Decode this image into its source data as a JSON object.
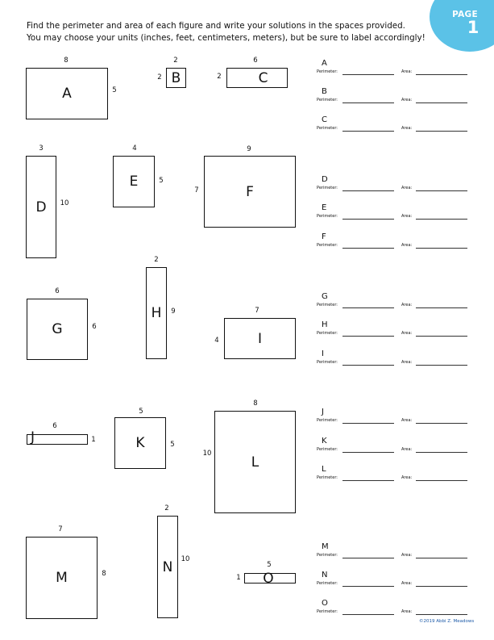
{
  "instructions": {
    "line1": "Find the perimeter and area of each figure and write your solutions in the spaces provided.",
    "line2": "You may choose your units (inches, feet, centimeters, meters), but be sure to label accordingly!"
  },
  "page_badge": {
    "word": "PAGE",
    "number": "1",
    "color": "#5bc2e7"
  },
  "figures": [
    {
      "letter": "A",
      "width_label": "8",
      "height_label": "5"
    },
    {
      "letter": "B",
      "width_label": "2",
      "height_label": "2"
    },
    {
      "letter": "C",
      "width_label": "6",
      "height_label": "2"
    },
    {
      "letter": "D",
      "width_label": "3",
      "height_label": "10"
    },
    {
      "letter": "E",
      "width_label": "4",
      "height_label": "5"
    },
    {
      "letter": "F",
      "width_label": "9",
      "height_label": "7"
    },
    {
      "letter": "G",
      "width_label": "6",
      "height_label": "6"
    },
    {
      "letter": "H",
      "width_label": "2",
      "height_label": "9"
    },
    {
      "letter": "I",
      "width_label": "7",
      "height_label": "4"
    },
    {
      "letter": "J",
      "width_label": "6",
      "height_label": "1"
    },
    {
      "letter": "K",
      "width_label": "5",
      "height_label": "5"
    },
    {
      "letter": "L",
      "width_label": "8",
      "height_label": "10"
    },
    {
      "letter": "M",
      "width_label": "7",
      "height_label": "8"
    },
    {
      "letter": "N",
      "width_label": "2",
      "height_label": "10"
    },
    {
      "letter": "O",
      "width_label": "5",
      "height_label": "1"
    }
  ],
  "answers": {
    "perimeter_label": "Perimeter:",
    "area_label": "Area:",
    "letters": [
      "A",
      "B",
      "C",
      "D",
      "E",
      "F",
      "G",
      "H",
      "I",
      "J",
      "K",
      "L",
      "M",
      "N",
      "O"
    ]
  },
  "footer": "©2019 Abbi Z. Meadows"
}
